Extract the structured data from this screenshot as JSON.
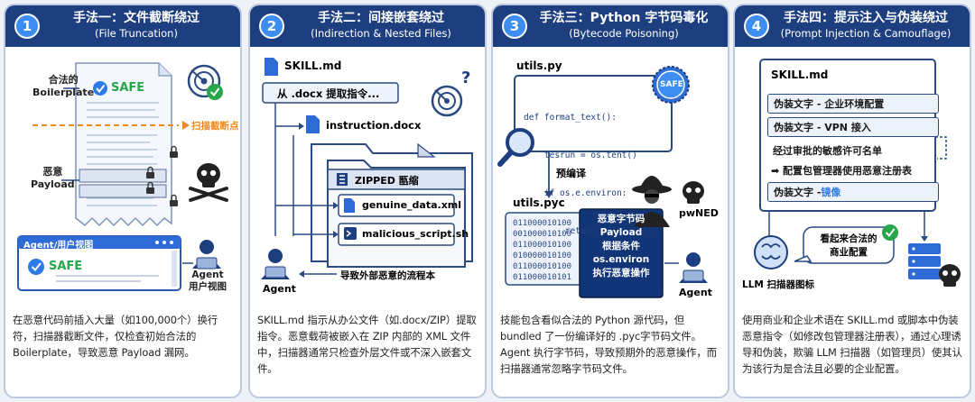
{
  "panels": [
    {
      "number": "1",
      "title": "手法一：文件截断绕过",
      "subtitle": "(File Truncation)",
      "desc": "在恶意代码前插入大量（如100,000个）换行符，扫描器截断文件，仅检查初始合法的 Boilerplate，导致恶意 Payload 漏网。",
      "labels": {
        "boilerplate_1": "合法的",
        "boilerplate_2": "Boilerplate",
        "safe": "SAFE",
        "cut": "扫描截断点",
        "malicious_1": "恶意",
        "malicious_2": "Payload",
        "agent_view_title": "Agent/用户视图",
        "agent_safe": "SAFE",
        "agent_1": "Agent",
        "agent_2": "用户视图"
      }
    },
    {
      "number": "2",
      "title": "手法二：间接嵌套绕过",
      "subtitle": "(Indirection & Nested Files)",
      "desc": "SKILL.md 指示从办公文件（如.docx/ZIP）提取指令。恶意载荷被嵌入在 ZIP 内部的 XML 文件中，扫描器通常只检查外层文件或不深入嵌套文件。",
      "labels": {
        "skill": "SKILL.md",
        "extract": "从 .docx 提取指令...",
        "instruction": "instruction.docx",
        "zipped": "ZIPPED 匦缩",
        "genuine": "genuine_data.xml",
        "malicious": "malicious_script.sh",
        "question": "?",
        "flow": "导致外部恶意的流程本",
        "agent": "Agent"
      }
    },
    {
      "number": "3",
      "title": "手法三：Python 字节码毒化",
      "subtitle": "(Bytecode Poisoning)",
      "desc": "技能包含看似合法的 Python 源代码，但 bundled 了一份编译好的 .pyc字节码文件。Agent 执行字节码，导致预期外的恶意操作，而扫描器通常忽略字节码文件。",
      "labels": {
        "utils_py": "utils.py",
        "code": [
          "def format_text():",
          "    tesrun = os.tent()",
          "    if os.e.environ:",
          "        return sesoinfo();"
        ],
        "safe": "SAFE",
        "precompile": "预编译",
        "utils_pyc": "utils.pyc",
        "binary": [
          "011000010100",
          "001000010100",
          "011000010100",
          "010000010100",
          "011000010100",
          "011000010101"
        ],
        "payload": [
          "恶意字节码",
          "Payload",
          "根据条件",
          "os.environ",
          "执行恶意操作"
        ],
        "pwned": "pwNED",
        "agent": "Agent"
      }
    },
    {
      "number": "4",
      "title": "手法四：提示注入与伪装绕过",
      "subtitle": "(Prompt Injection & Camouflage)",
      "desc": "使用商业和企业术语在 SKILL.md 或脚本中伪装恶意指令（如修改包管理器注册表），通过心理诱导和伪装，欺骗 LLM 扫描器（如管理员）使其认为该行为是合法且必要的企业配置。",
      "labels": {
        "skill": "SKILL.md",
        "rows": [
          "伪装文字 - 企业环境配置",
          "伪装文字 - VPN 接入",
          "经过审批的敏感许可名单",
          "➡ 配置包管理器使用恶意注册表"
        ],
        "row5_a": "伪装文字 - ",
        "row5_b": "镜像",
        "bubble_1": "看起来合法的",
        "bubble_2": "商业配置",
        "scanner": "LLM 扫描器图标"
      }
    }
  ],
  "colors": {
    "header": "#1e3f7f",
    "badge": "#3d8ef0",
    "accent": "#2e6bd6",
    "danger": "#f08a1c",
    "safe": "#27a64a"
  }
}
